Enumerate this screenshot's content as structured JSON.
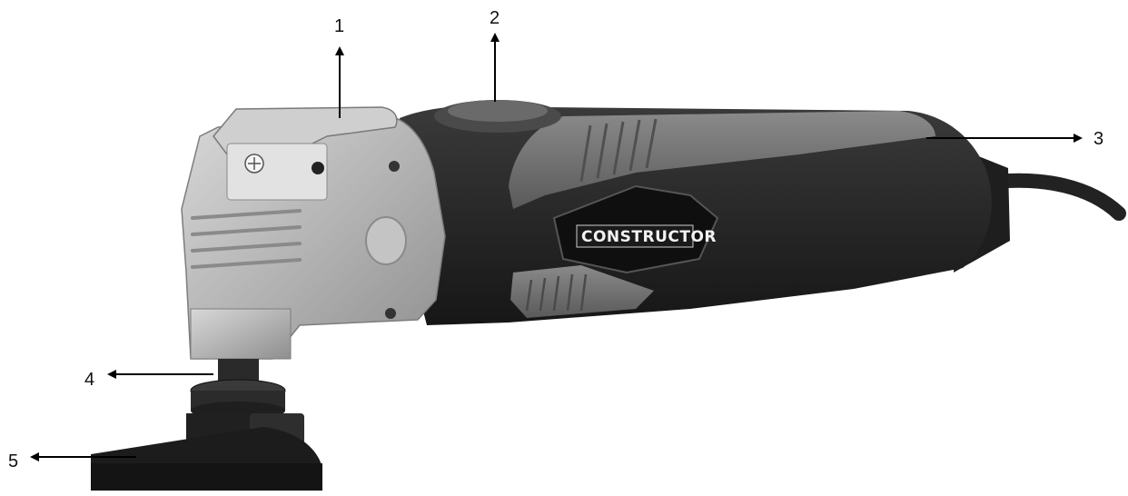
{
  "figure": {
    "brand_text": "CONSTRUCTOR",
    "callouts": [
      {
        "number": "1"
      },
      {
        "number": "2"
      },
      {
        "number": "3"
      },
      {
        "number": "4"
      },
      {
        "number": "5"
      }
    ],
    "colors": {
      "metal_housing": "#b9b9b9",
      "grip_grey": "#6e6e6e",
      "body_black": "#262626",
      "sanding_pad": "#1c1c1c",
      "arrow": "#000000"
    }
  }
}
